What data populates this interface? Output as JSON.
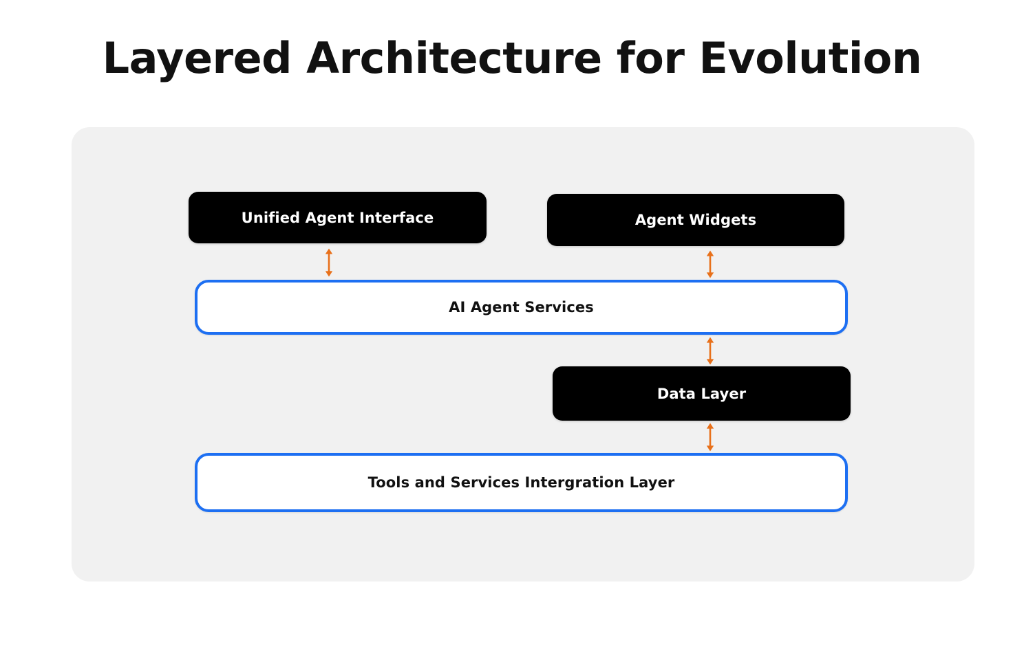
{
  "page": {
    "title": "Layered Architecture for Evolution",
    "background_color": "#ffffff"
  },
  "diagram": {
    "panel_color": "#f1f1f1",
    "accent_solid_color": "#000000",
    "accent_outline_color": "#1d6ff2",
    "connector_color": "#e8701a",
    "nodes": [
      {
        "id": "unified-agent-interface",
        "label": "Unified Agent Interface",
        "style": "solid"
      },
      {
        "id": "agent-widgets",
        "label": "Agent Widgets",
        "style": "solid"
      },
      {
        "id": "ai-agent-services",
        "label": "AI Agent Services",
        "style": "outlined"
      },
      {
        "id": "data-layer",
        "label": "Data Layer",
        "style": "solid"
      },
      {
        "id": "tools-services-integration-layer",
        "label": "Tools and Services Intergration Layer",
        "style": "outlined"
      }
    ],
    "connectors": [
      {
        "id": "uai-to-services",
        "from": "unified-agent-interface",
        "to": "ai-agent-services",
        "kind": "double-arrow-vertical"
      },
      {
        "id": "widgets-to-services",
        "from": "agent-widgets",
        "to": "ai-agent-services",
        "kind": "double-arrow-vertical"
      },
      {
        "id": "services-to-data",
        "from": "ai-agent-services",
        "to": "data-layer",
        "kind": "double-arrow-vertical"
      },
      {
        "id": "data-to-tools",
        "from": "data-layer",
        "to": "tools-services-integration-layer",
        "kind": "double-arrow-vertical"
      }
    ]
  }
}
